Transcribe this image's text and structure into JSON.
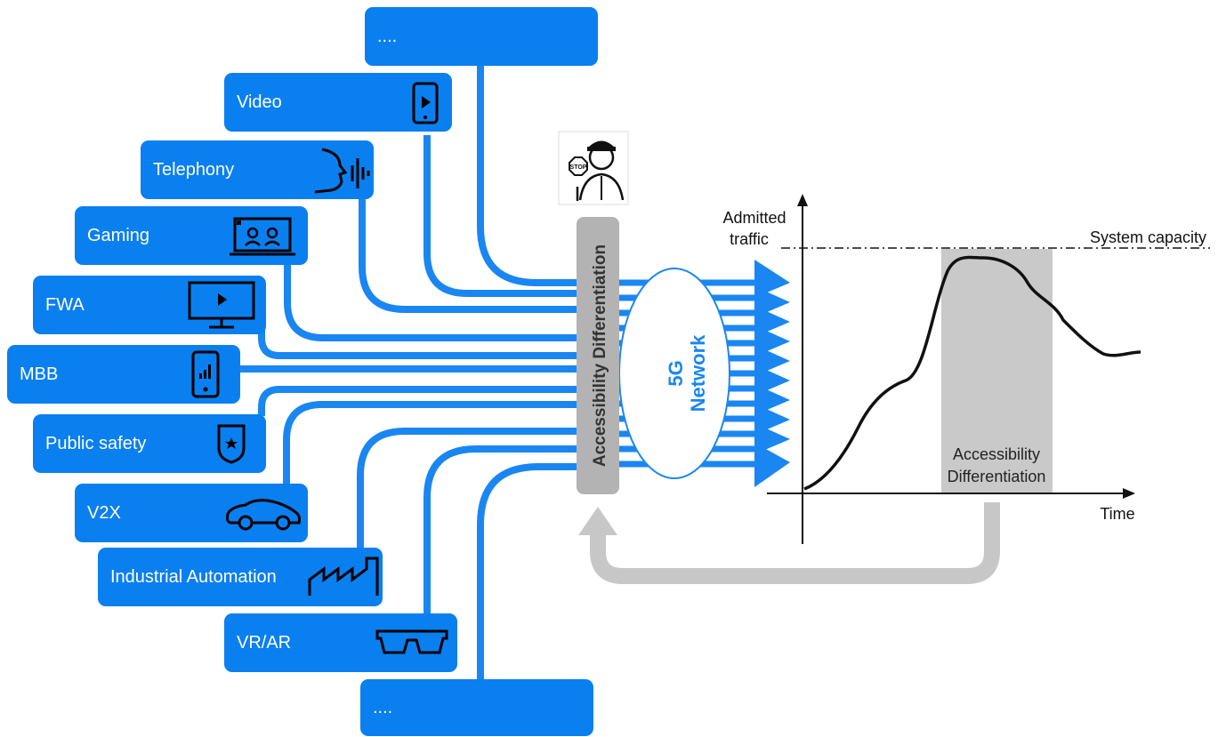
{
  "services": {
    "top_more": "....",
    "video": "Video",
    "telephony": "Telephony",
    "gaming": "Gaming",
    "fwa": "FWA",
    "mbb": "MBB",
    "public_safety": "Public safety",
    "v2x": "V2X",
    "industrial_automation": "Industrial Automation",
    "vr_ar": "VR/AR",
    "bottom_more": "...."
  },
  "gate_label": "Accessibility Differentiation",
  "network_line1": "5G",
  "network_line2": "Network",
  "plot": {
    "ylabel_line1": "Admitted",
    "ylabel_line2": "traffic",
    "capacity_label": "System capacity",
    "xlabel": "Time",
    "band_label_line1": "Accessibility",
    "band_label_line2": "Differentiation"
  },
  "stop_sign_text": "STOP",
  "colors": {
    "service_blue": "#0a7ff0",
    "line_blue": "#1a86f2",
    "gate_gray": "#b3b3b3",
    "band_gray": "#c9c9c9",
    "network_text": "#1a86f2"
  }
}
